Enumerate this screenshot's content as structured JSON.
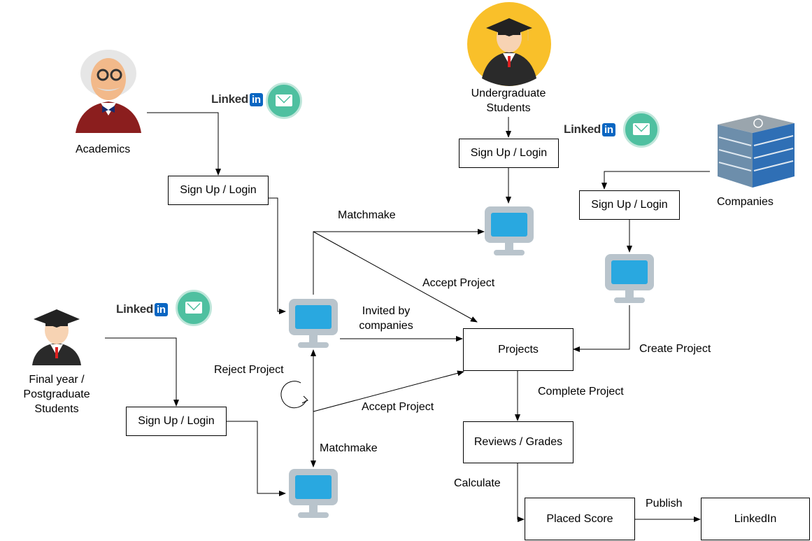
{
  "actors": {
    "academics": "Academics",
    "undergraduate_line1": "Undergraduate",
    "undergraduate_line2": "Students",
    "companies": "Companies",
    "final_line1": "Final year /",
    "final_line2": "Postgraduate",
    "final_line3": "Students"
  },
  "nodes": {
    "signup_academics": "Sign Up / Login",
    "signup_undergraduate": "Sign Up / Login",
    "signup_companies": "Sign Up / Login",
    "signup_final": "Sign Up / Login",
    "projects": "Projects",
    "reviews": "Reviews / Grades",
    "placed_score": "Placed Score",
    "linkedin_box": "LinkedIn"
  },
  "edges": {
    "matchmake_top": "Matchmake",
    "accept_project_top": "Accept Project",
    "invited_line1": "Invited by",
    "invited_line2": "companies",
    "reject_project": "Reject Project",
    "accept_project_bottom": "Accept Project",
    "matchmake_bottom": "Matchmake",
    "create_project": "Create Project",
    "complete_project": "Complete Project",
    "calculate": "Calculate",
    "publish": "Publish"
  },
  "branding": {
    "linkedin_word": "Linked",
    "linkedin_in": "in"
  },
  "colors": {
    "monitor_frame": "#b9c4cc",
    "monitor_screen": "#29a8e0",
    "mail_badge": "#4fc0a0",
    "linkedin_blue": "#0a66c2",
    "grad_cap_bg": "#f9c02a"
  }
}
